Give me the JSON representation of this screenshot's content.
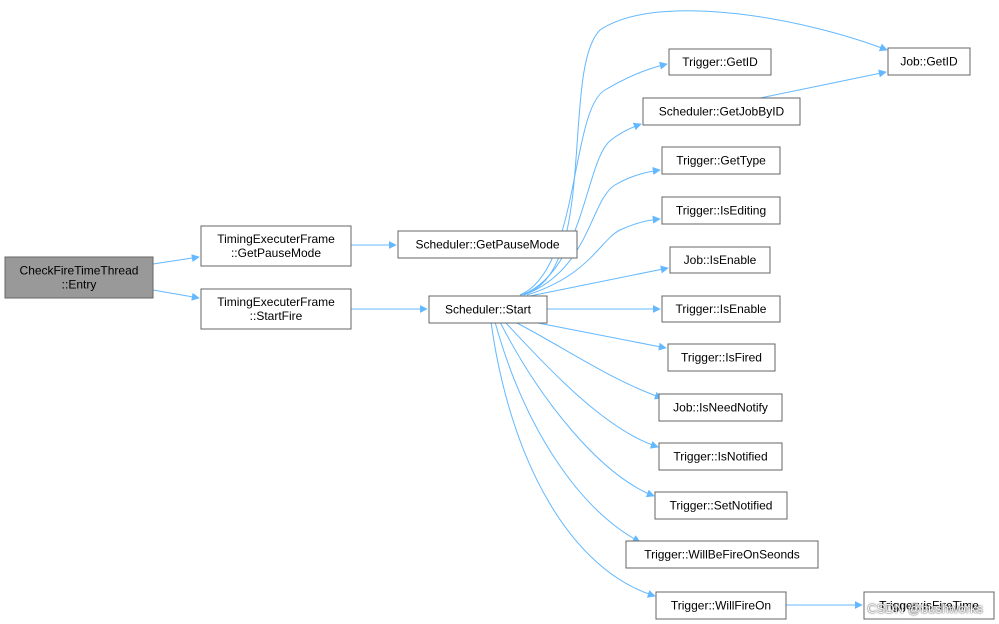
{
  "diagram": {
    "edge_color": "#63b8ff",
    "root_fill": "#999999",
    "nodes": {
      "entry": [
        "CheckFireTimeThread",
        "::Entry"
      ],
      "tef_getpause": [
        "TimingExecuterFrame",
        "::GetPauseMode"
      ],
      "tef_startfire": [
        "TimingExecuterFrame",
        "::StartFire"
      ],
      "sched_getpause": [
        "Scheduler::GetPauseMode"
      ],
      "sched_start": [
        "Scheduler::Start"
      ],
      "trig_getid": [
        "Trigger::GetID"
      ],
      "sched_getjob": [
        "Scheduler::GetJobByID"
      ],
      "job_getid": [
        "Job::GetID"
      ],
      "trig_gettype": [
        "Trigger::GetType"
      ],
      "trig_isediting": [
        "Trigger::IsEditing"
      ],
      "job_isenable": [
        "Job::IsEnable"
      ],
      "trig_isenable": [
        "Trigger::IsEnable"
      ],
      "trig_isfired": [
        "Trigger::IsFired"
      ],
      "job_isneednotify": [
        "Job::IsNeedNotify"
      ],
      "trig_isnotified": [
        "Trigger::IsNotified"
      ],
      "trig_setnotified": [
        "Trigger::SetNotified"
      ],
      "trig_willbefire": [
        "Trigger::WillBeFireOnSeonds"
      ],
      "trig_willfireon": [
        "Trigger::WillFireOn"
      ],
      "trig_isfiretime": [
        "Trigger::isFireTime"
      ]
    }
  },
  "watermark": "CSDN @bushworks"
}
